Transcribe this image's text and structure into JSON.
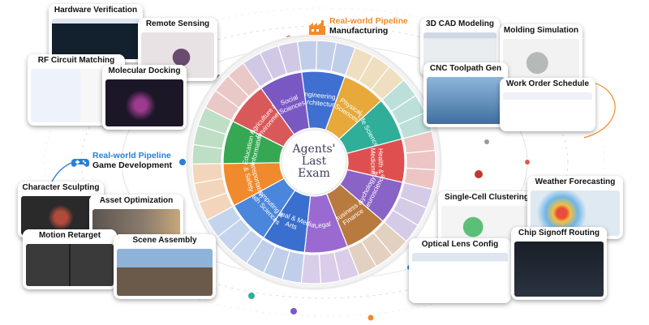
{
  "wheel": {
    "center_title_line1": "Agents'",
    "center_title_line2": "Last",
    "center_title_line3": "Exam",
    "sectors": [
      {
        "label_lines": [
          "Engineering &",
          "Architecture"
        ],
        "color": "#3f6fd0"
      },
      {
        "label_lines": [
          "Physical",
          "Sciences"
        ],
        "color": "#e6a93a"
      },
      {
        "label_lines": [
          "Life Sciences"
        ],
        "color": "#2fae9a"
      },
      {
        "label_lines": [
          "Health &",
          "Medicine"
        ],
        "color": "#e04f4f"
      },
      {
        "label_lines": [
          "Psychology &",
          "Neuroscience"
        ],
        "color": "#8a63c7"
      },
      {
        "label_lines": [
          "Business &",
          "Finance"
        ],
        "color": "#b87a3e"
      },
      {
        "label_lines": [
          "Legal"
        ],
        "color": "#9b6ad0"
      },
      {
        "label_lines": [
          "Visual & Media",
          "Arts"
        ],
        "color": "#3a6fcf"
      },
      {
        "label_lines": [
          "Computing &",
          "Math Sciences"
        ],
        "color": "#4a86dc"
      },
      {
        "label_lines": [
          "Transportation",
          "& Safety"
        ],
        "color": "#f08a2c"
      },
      {
        "label_lines": [
          "Education &",
          "Information"
        ],
        "color": "#36a853"
      },
      {
        "label_lines": [
          "Agriculture &",
          "Environment"
        ],
        "color": "#d9585a"
      },
      {
        "label_lines": [
          "Social",
          "Sciences"
        ],
        "color": "#7a58c4"
      }
    ]
  },
  "pipelines": {
    "manufacturing": {
      "title": "Real-world Pipeline",
      "subtitle": "Manufacturing",
      "title_color": "#f28c28",
      "icon": "factory-icon"
    },
    "game": {
      "title": "Real-world Pipeline",
      "subtitle": "Game Development",
      "title_color": "#2a7fd4",
      "icon": "gamepad-icon"
    }
  },
  "cards": {
    "hardware_verification": "Hardware Verification",
    "remote_sensing": "Remote Sensing",
    "rf_circuit_matching": "RF Circuit Matching",
    "molecular_docking": "Molecular Docking",
    "cad_modeling": "3D CAD Modeling",
    "molding_simulation": "Molding Simulation",
    "cnc_toolpath": "CNC Toolpath Gen",
    "work_order": "Work Order Schedule",
    "character_sculpting": "Character Sculpting",
    "asset_optimization": "Asset Optimization",
    "motion_retarget": "Motion Retarget",
    "scene_assembly": "Scene Assembly",
    "single_cell": "Single-Cell Clustering",
    "weather_forecasting": "Weather Forecasting",
    "optical_lens": "Optical Lens Config",
    "chip_signoff": "Chip Signoff Routing"
  }
}
